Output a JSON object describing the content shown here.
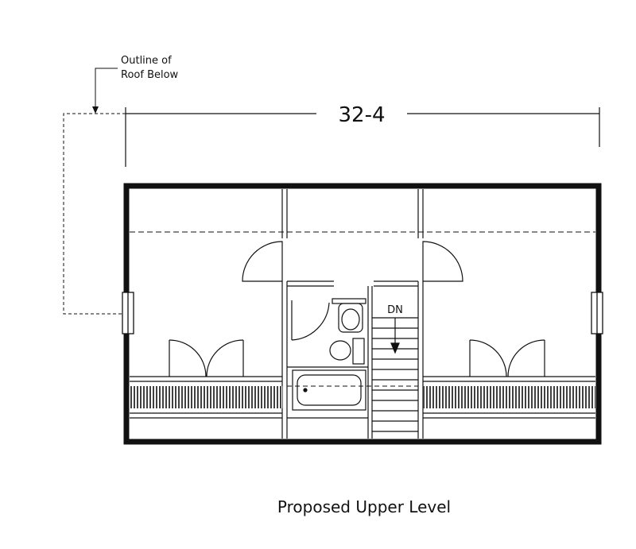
{
  "plan": {
    "annotation_line1": "Outline of",
    "annotation_line2": "Roof Below",
    "width_dimension": "32-4",
    "stair_label": "DN",
    "caption": "Proposed Upper Level"
  }
}
